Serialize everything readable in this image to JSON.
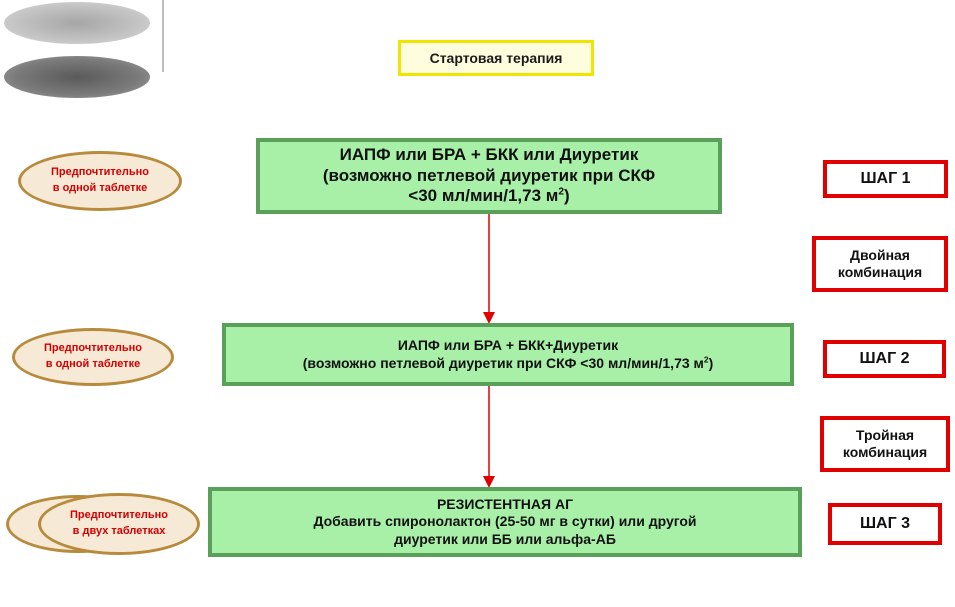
{
  "start": {
    "label": "Стартовая терапия"
  },
  "steps": [
    {
      "line1": "ИАПФ или БРА + БКК или Диуретик",
      "line2": "(возможно петлевой диуретик при СКФ",
      "line3": "<30 мл/мин/1,73 м",
      "sup": "2",
      "line3_end": ")"
    },
    {
      "line1": "ИАПФ или БРА + БКК+Диуретик",
      "line2": "(возможно петлевой диуретик при СКФ <30 мл/мин/1,73 м",
      "sup": "2",
      "line2_end": ")"
    },
    {
      "line1": "РЕЗИСТЕНТНАЯ АГ",
      "line2": "Добавить спиронолактон (25-50 мг в сутки) или другой",
      "line3": "диуретик или ББ или альфа-АБ"
    }
  ],
  "labels": {
    "step1": "ШАГ 1",
    "double_line1": "Двойная",
    "double_line2": "комбинация",
    "step2": "ШАГ 2",
    "triple_line1": "Тройная",
    "triple_line2": "комбинация",
    "step3": "ШАГ 3"
  },
  "ovals": [
    {
      "line1": "Предпочтительно",
      "line2": "в одной таблетке"
    },
    {
      "line1": "Предпочтительно",
      "line2": "в одной таблетке"
    },
    {
      "line1": "Предпочтительно",
      "line2": "в двух таблетках"
    }
  ],
  "colors": {
    "step_box_fill": "#a8f0a8",
    "step_box_border": "#5aa05a",
    "label_border": "#e00000",
    "start_border": "#f1e400",
    "oval_border": "#b88a3c",
    "oval_text": "#d40000",
    "arrow": "#e00000"
  }
}
